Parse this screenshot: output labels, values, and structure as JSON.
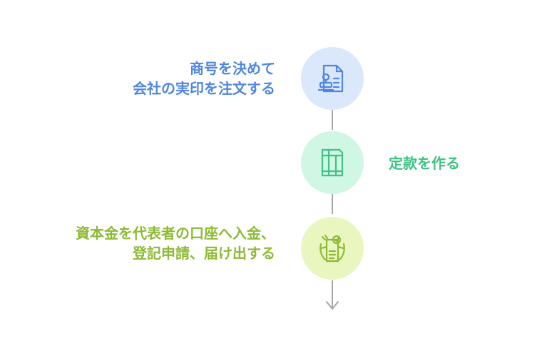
{
  "steps": [
    {
      "lines": [
        "商号を決めて",
        "会社の実印を注文する"
      ],
      "icon": "stamp-document-icon",
      "color": "#4f86e0",
      "circle_color": "#dbe7fb"
    },
    {
      "lines": [
        "定款を作る"
      ],
      "icon": "document-pages-icon",
      "color": "#3fc283",
      "circle_color": "#cff7e4"
    },
    {
      "lines": [
        "資本金を代表者の口座へ入金、",
        "登記申請、届け出する"
      ],
      "icon": "signed-form-icon",
      "color": "#8dba36",
      "circle_color": "#eaf6bf"
    }
  ],
  "connector_color": "#a6a6a6"
}
